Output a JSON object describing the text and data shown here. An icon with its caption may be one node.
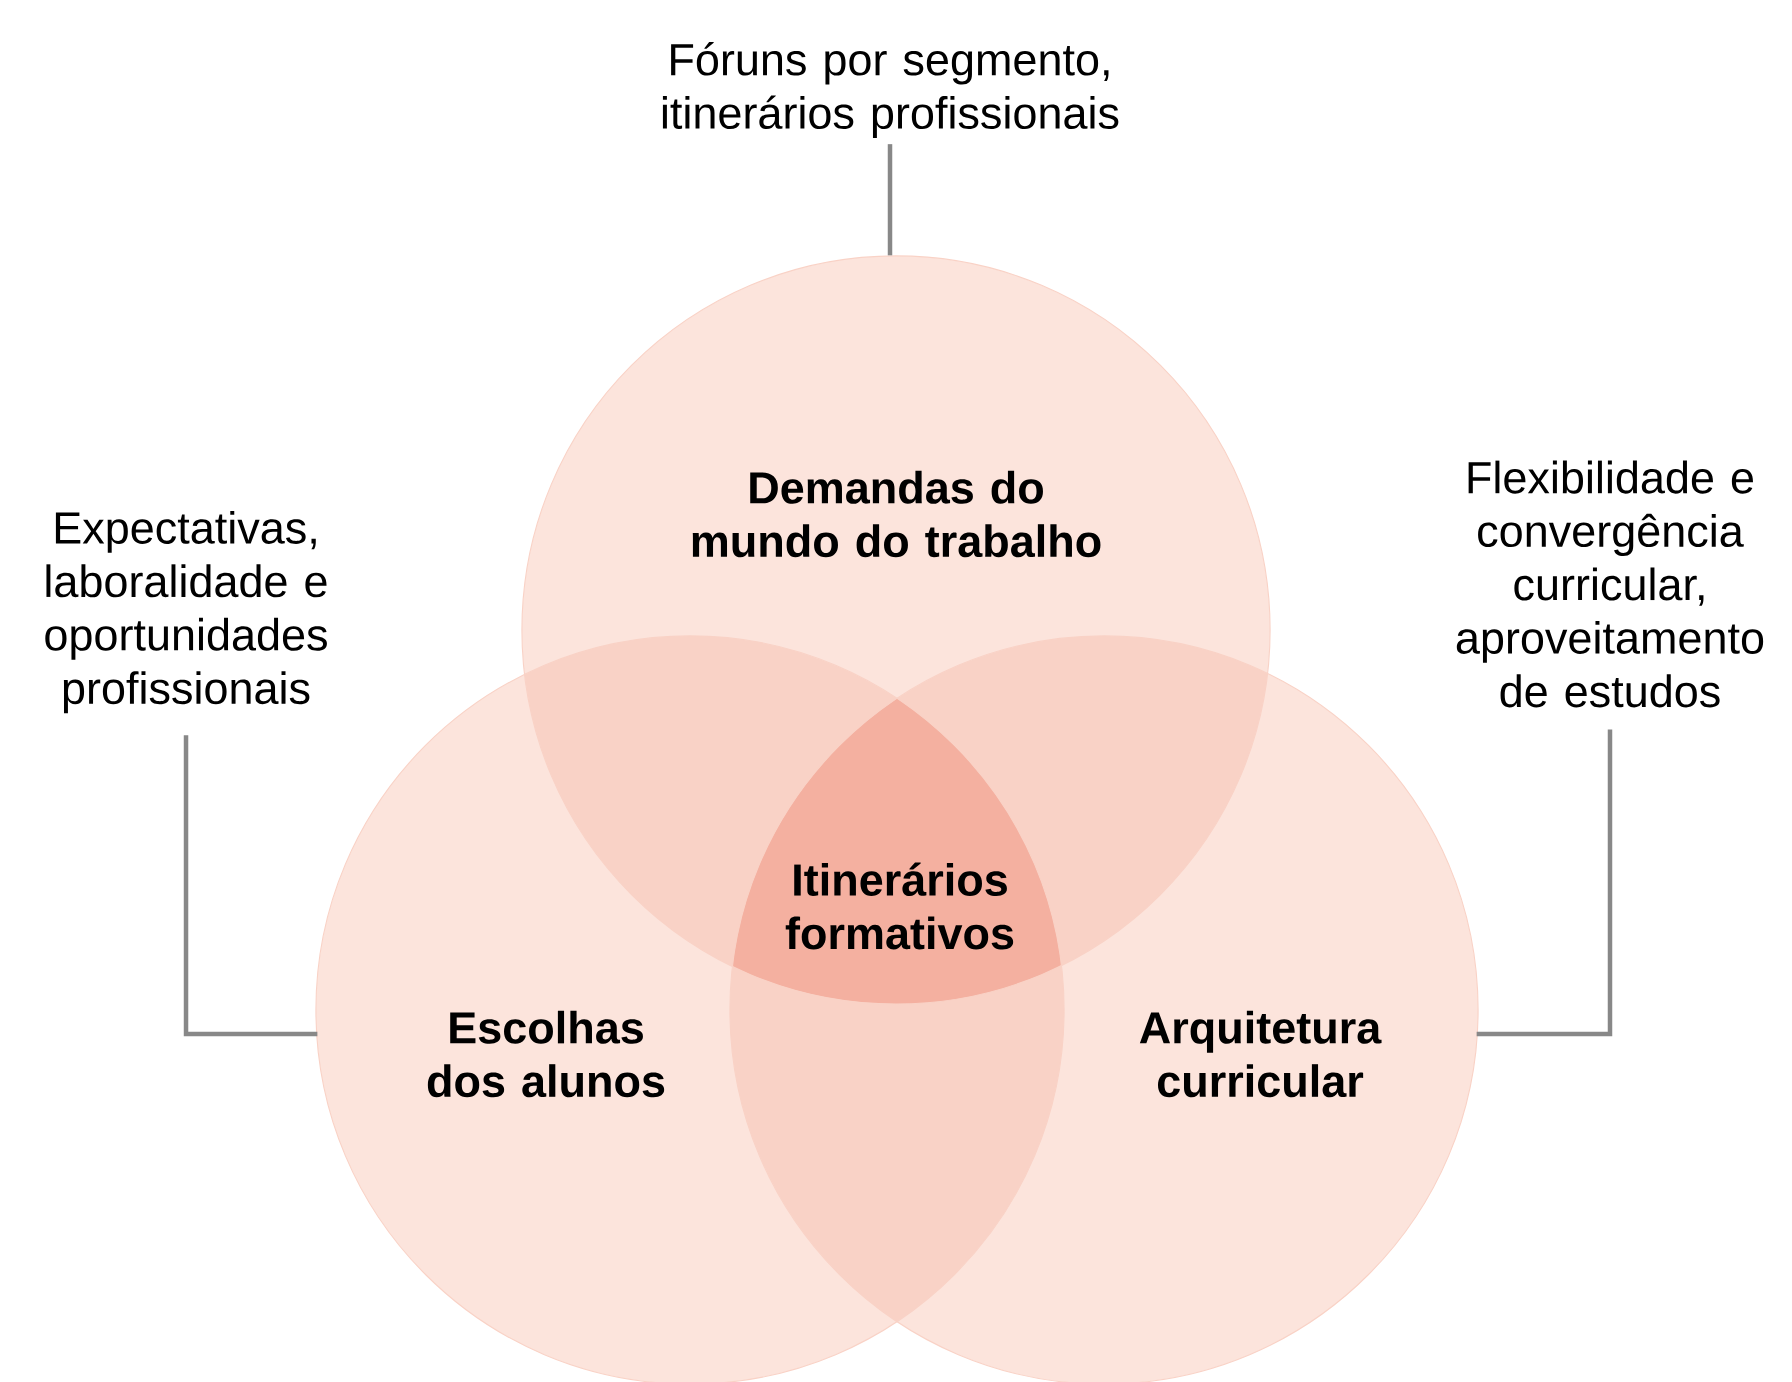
{
  "diagram": {
    "nodes": [
      {
        "text": [
          "Fóruns por segmento, itinerários profissionais"
        ]
      },
      {
        "text": [
          "Demandas do mundo do trabalho"
        ]
      },
      {
        "text": [
          "Expectativas, laboralidade e oportunidades profissionais"
        ]
      },
      {
        "text": [
          "Flexibilidade e convergência curricular, aproveitamento de estudos"
        ]
      },
      {
        "text": [
          "Escolhas dos alunos"
        ]
      },
      {
        "text": [
          "Arquitetura curricular"
        ]
      }
    ],
    "edges": [
      {
        "from": 0,
        "to": 1,
        "arrow": "none"
      },
      {
        "from": 2,
        "to": 4,
        "arrow": "none"
      },
      {
        "from": 3,
        "to": 5,
        "arrow": "none"
      }
    ],
    "labels": [
      "Itinerários formativos"
    ]
  }
}
